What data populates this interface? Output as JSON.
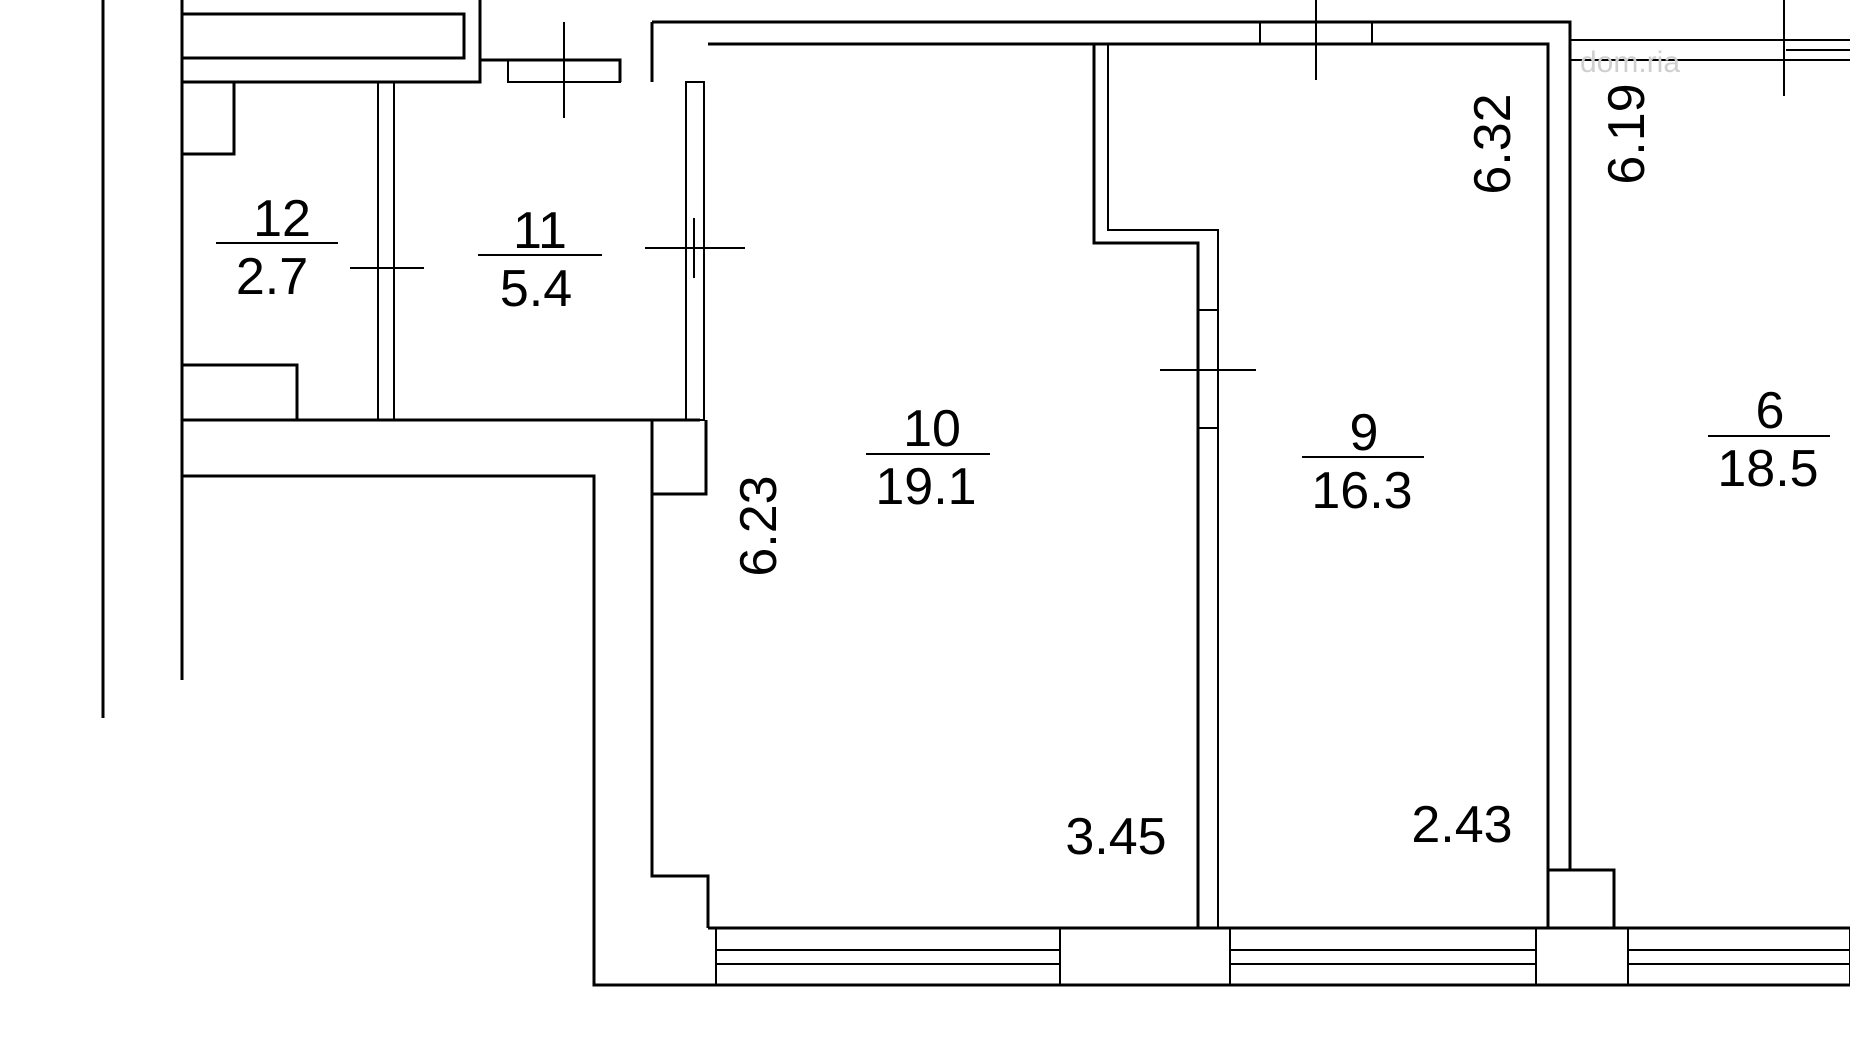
{
  "floor_plan": {
    "rooms": [
      {
        "id": "room-12",
        "number": "12",
        "area": "2.7"
      },
      {
        "id": "room-11",
        "number": "11",
        "area": "5.4"
      },
      {
        "id": "room-10",
        "number": "10",
        "area": "19.1"
      },
      {
        "id": "room-9",
        "number": "9",
        "area": "16.3"
      },
      {
        "id": "room-6",
        "number": "6",
        "area": "18.5"
      }
    ],
    "dimensions": [
      {
        "id": "dim-room10-length",
        "value": "6.23"
      },
      {
        "id": "dim-room10-width",
        "value": "3.45"
      },
      {
        "id": "dim-room9-length",
        "value": "6.32"
      },
      {
        "id": "dim-room9-width",
        "value": "2.43"
      },
      {
        "id": "dim-room6-length",
        "value": "6.19"
      }
    ],
    "watermark": "dom.ria"
  }
}
